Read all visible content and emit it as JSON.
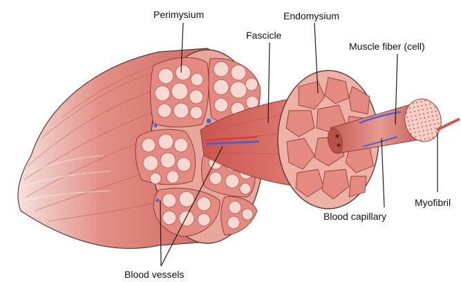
{
  "labels": {
    "perimysium": "Perimysium",
    "endomysium": "Endomysium",
    "fascicle": "Fascicle",
    "muscle_fiber": "Muscle fiber (cell)",
    "myofibril": "Myofibril",
    "blood_capillary": "Blood capillary",
    "blood_vessels": "Blood vessels"
  },
  "colors": {
    "muscle_red": "#d9776f",
    "muscle_dark": "#b9504a",
    "fiber_pink": "#f4c6bd",
    "fascicle_fill": "#e8877e",
    "sheath": "#e9a79c",
    "vessel_blue": "#4a5fd8",
    "vessel_red": "#d8342c"
  }
}
